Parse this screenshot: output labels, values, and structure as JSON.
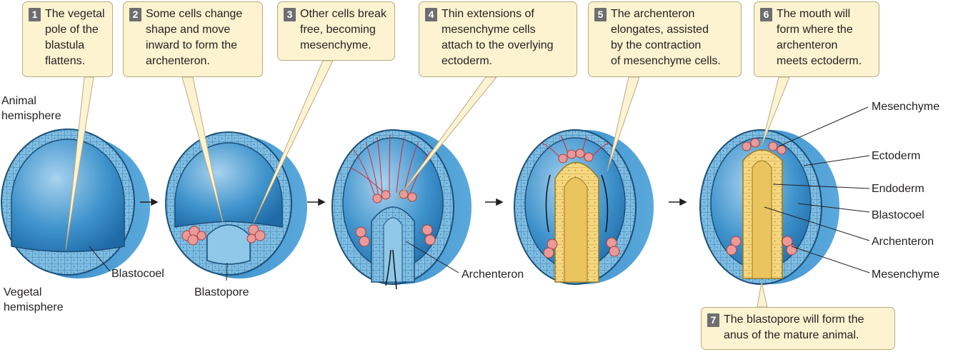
{
  "callouts": [
    {
      "num": "1",
      "text": "The vegetal\npole of the\nblastula\nflattens."
    },
    {
      "num": "2",
      "text": "Some cells change\nshape and move\ninward to form the\narchenteron."
    },
    {
      "num": "3",
      "text": "Other cells break\nfree, becoming\nmesenchyme."
    },
    {
      "num": "4",
      "text": "Thin extensions of\nmesenchyme cells\nattach to the overlying\nectoderm."
    },
    {
      "num": "5",
      "text": "The archenteron\nelongates, assisted\nby the contraction\nof mesenchyme cells."
    },
    {
      "num": "6",
      "text": "The mouth will\nform where the\narchenteron\nmeets ectoderm."
    },
    {
      "num": "7",
      "text": "The blastopore will form the\nanus of the mature animal."
    }
  ],
  "labels": {
    "animal_hemisphere": "Animal\nhemisphere",
    "vegetal_hemisphere": "Vegetal\nhemisphere",
    "blastocoel_1": "Blastocoel",
    "blastopore": "Blastopore",
    "archenteron_3": "Archenteron",
    "mesenchyme_top": "Mesenchyme",
    "ectoderm": "Ectoderm",
    "endoderm": "Endoderm",
    "blastocoel_6": "Blastocoel",
    "archenteron_6": "Archenteron",
    "mesenchyme_bottom": "Mesenchyme"
  },
  "colors": {
    "wall": "#74b6dc",
    "interior": "#3b8ec8",
    "callout_bg": "#fdf3d0",
    "mesenchyme": "#ea9a98",
    "endoderm": "#f6d77f",
    "number_box": "#6d6e70"
  }
}
